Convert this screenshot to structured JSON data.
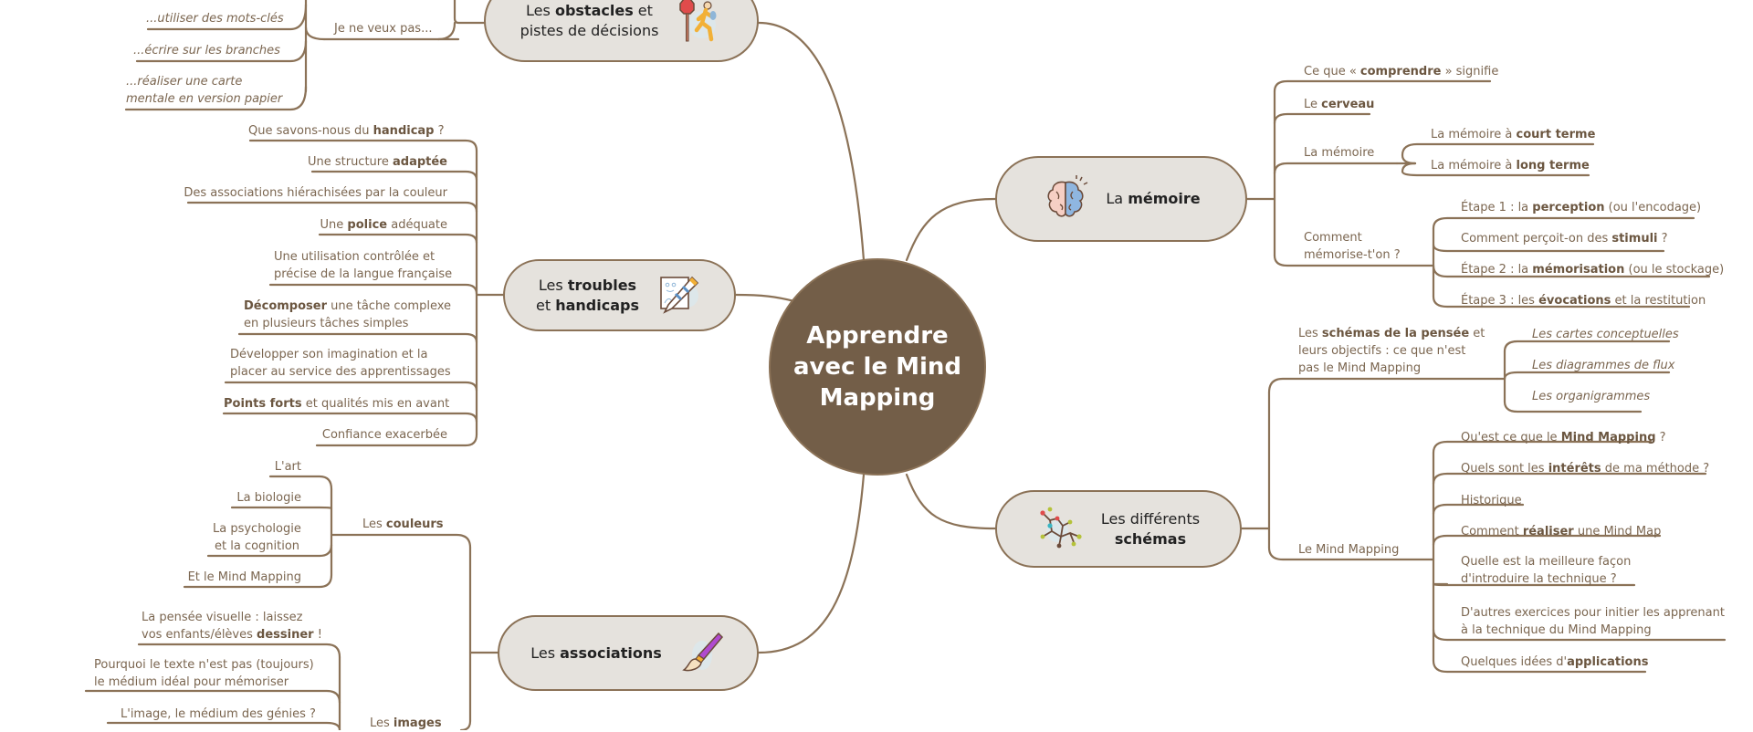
{
  "central": {
    "line1": "Apprendre",
    "line2": "avec le Mind",
    "line3": "Mapping"
  },
  "colors": {
    "central_fill": "#735e48",
    "node_fill": "#e5e2dd",
    "branch": "#8b7257",
    "leaf_text": "#7b6650"
  },
  "branches": {
    "obstacles": {
      "pre": "Les ",
      "bold": "obstacles",
      "post": " et",
      "line2": "pistes de décisions",
      "icon": "stop-sign-walker-icon",
      "sub": {
        "label": "Je ne veux pas...",
        "items": [
          "...utiliser des mots-clés",
          "...écrire sur les branches",
          "...réaliser une carte",
          "mentale en version papier"
        ]
      }
    },
    "troubles": {
      "pre": "Les ",
      "bold": "troubles",
      "line2_pre": "et ",
      "line2_bold": "handicaps",
      "icon": "drawing-pencil-icon",
      "items": [
        {
          "pre": "Que savons-nous du ",
          "bold": "handicap",
          "post": " ?"
        },
        {
          "pre": "Une structure ",
          "bold": "adaptée",
          "post": ""
        },
        {
          "pre": "Des associations hiérachisées par la couleur",
          "bold": "",
          "post": ""
        },
        {
          "pre": "Une ",
          "bold": "police",
          "post": " adéquate"
        },
        {
          "l1": "Une utilisation contrôlée et",
          "l2": "précise de la langue française"
        },
        {
          "l1_bold": "Décomposer",
          "l1_post": " une tâche complexe",
          "l2": "en plusieurs tâches simples"
        },
        {
          "l1": "Développer son imagination et la",
          "l2": "placer au service des apprentissages"
        },
        {
          "pre": "",
          "bold": "Points forts",
          "post": " et qualités mis en avant"
        },
        {
          "pre": "Confiance exacerbée",
          "bold": "",
          "post": ""
        }
      ]
    },
    "associations": {
      "pre": "Les ",
      "bold": "associations",
      "icon": "paintbrush-icon",
      "couleurs": {
        "pre": "Les ",
        "bold": "couleurs",
        "items": [
          "L'art",
          "La biologie",
          "La psychologie",
          "et la cognition",
          "Et le Mind Mapping"
        ]
      },
      "images": {
        "pre": "Les ",
        "bold": "images",
        "items": [
          {
            "l1": "La pensée visuelle : laissez",
            "l2_pre": "vos enfants/élèves ",
            "l2_bold": "dessiner",
            "l2_post": " !"
          },
          {
            "l1": "Pourquoi le texte n'est pas (toujours)",
            "l2": "le médium idéal pour mémoriser"
          },
          {
            "l1": "L'image, le médium des génies ?"
          }
        ]
      }
    },
    "memoire": {
      "pre": "La ",
      "bold": "mémoire",
      "icon": "brain-icon",
      "items": [
        {
          "pre": "Ce que « ",
          "bold": "comprendre",
          "post": " » signifie"
        },
        {
          "pre": "Le ",
          "bold": "cerveau",
          "post": ""
        },
        {
          "label": "La mémoire",
          "sub": [
            {
              "pre": "La mémoire à ",
              "bold": "court terme"
            },
            {
              "pre": "La mémoire à ",
              "bold": "long terme"
            }
          ]
        },
        {
          "label1": "Comment",
          "label2": "mémorise-t'on ?",
          "sub": [
            {
              "pre": "Étape 1 : la ",
              "bold": "perception",
              "post": " (ou l'encodage)"
            },
            {
              "pre": "Comment perçoit-on des ",
              "bold": "stimuli",
              "post": " ?"
            },
            {
              "pre": "Étape 2 : la ",
              "bold": "mémorisation",
              "post": " (ou le stockage)"
            },
            {
              "pre": "Étape 3 : les ",
              "bold": "évocations",
              "post": " et la restitution"
            }
          ]
        }
      ]
    },
    "schemas": {
      "line1": "Les différents",
      "line2": "schémas",
      "icon": "molecule-network-icon",
      "pensee": {
        "pre": "Les ",
        "bold": "schémas de la pensée",
        "post": " et",
        "l2": "leurs objectifs : ce que n'est",
        "l3": "pas le Mind Mapping",
        "items": [
          "Les cartes conceptuelles",
          "Les diagrammes de flux",
          "Les organigrammes"
        ]
      },
      "mindmapping": {
        "label": "Le Mind Mapping",
        "items": [
          {
            "pre": "Qu'est ce que le ",
            "bold": "Mind Mapping",
            "post": " ?"
          },
          {
            "pre": "Quels sont les ",
            "bold": "intérêts",
            "post": " de ma méthode ?"
          },
          {
            "pre": "Historique",
            "bold": "",
            "post": ""
          },
          {
            "pre": "Comment ",
            "bold": "réaliser",
            "post": " une Mind Map"
          },
          {
            "l1": "Quelle est la meilleure façon",
            "l2": "d'introduire la technique ?"
          },
          {
            "l1": "D'autres exercices pour initier les apprenant",
            "l2": "à la technique du Mind Mapping"
          },
          {
            "pre": "Quelques idées d'",
            "bold": "applications",
            "post": ""
          }
        ]
      }
    }
  }
}
